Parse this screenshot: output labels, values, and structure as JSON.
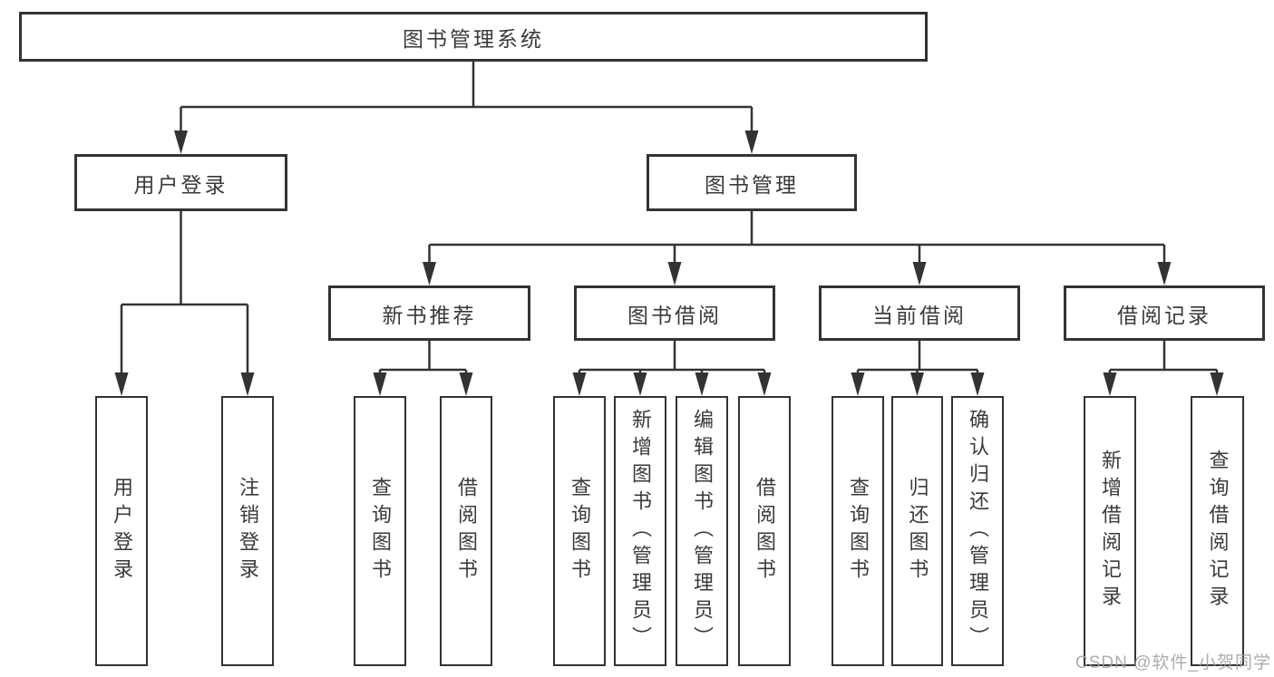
{
  "diagram": {
    "title": "图书管理系统",
    "root": {
      "label": "图书管理系统"
    },
    "branches": [
      {
        "label": "用户登录",
        "children": [
          {
            "label": "用户登录"
          },
          {
            "label": "注销登录"
          }
        ]
      },
      {
        "label": "图书管理",
        "children": [
          {
            "label": "新书推荐",
            "children": [
              {
                "label": "查询图书"
              },
              {
                "label": "借阅图书"
              }
            ]
          },
          {
            "label": "图书借阅",
            "children": [
              {
                "label": "查询图书"
              },
              {
                "label": "新增图书（管理员）"
              },
              {
                "label": "编辑图书（管理员）"
              },
              {
                "label": "借阅图书"
              }
            ]
          },
          {
            "label": "当前借阅",
            "children": [
              {
                "label": "查询图书"
              },
              {
                "label": "归还图书"
              },
              {
                "label": "确认归还（管理员）"
              }
            ]
          },
          {
            "label": "借阅记录",
            "children": [
              {
                "label": "新增借阅记录"
              },
              {
                "label": "查询借阅记录"
              }
            ]
          }
        ]
      }
    ]
  },
  "watermark": {
    "text": "CSDN @软件_小贺同学"
  },
  "colors": {
    "line": "#333333",
    "text": "#3a3a3a",
    "background": "#ffffff",
    "watermark": "#9e9e9e"
  }
}
